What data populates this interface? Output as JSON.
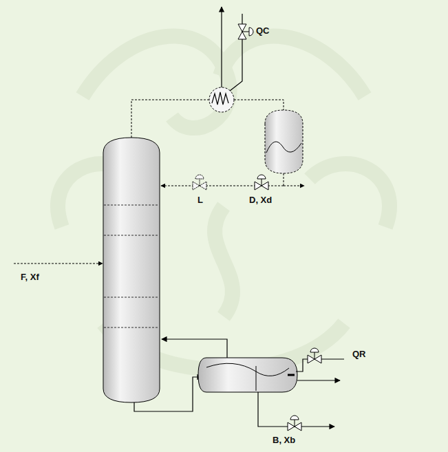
{
  "diagram": {
    "labels": [
      "QC",
      "L",
      "D, Xd",
      "F, Xf",
      "QR",
      "B, Xb"
    ]
  }
}
